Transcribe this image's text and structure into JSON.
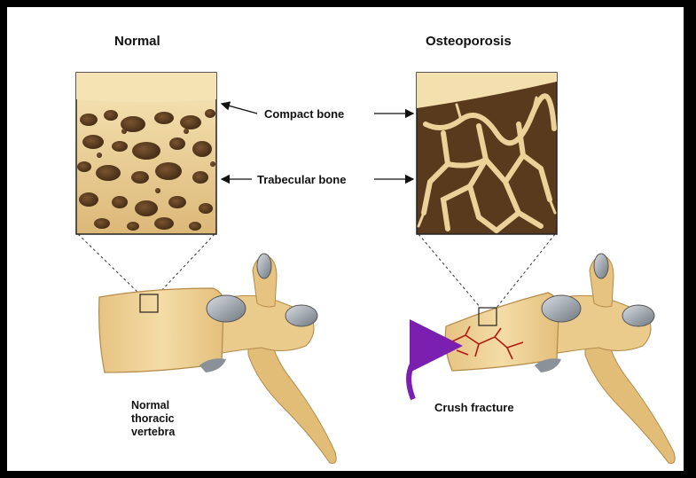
{
  "titles": {
    "normal": "Normal",
    "osteoporosis": "Osteoporosis"
  },
  "labels": {
    "compact_bone": "Compact bone",
    "trabecular_bone": "Trabecular bone",
    "normal_vertebra_line1": "Normal",
    "normal_vertebra_line2": "thoracic",
    "normal_vertebra_line3": "vertebra",
    "crush_fracture": "Crush fracture"
  },
  "colors": {
    "bone": "#f0d9a0",
    "bone_shadow": "#c9a25e",
    "cavity": "#6b4a2a",
    "cavity_dark": "#4a3018",
    "fracture": "#b11a10",
    "arrow": "#7a1fb0",
    "frame": "#000000"
  }
}
